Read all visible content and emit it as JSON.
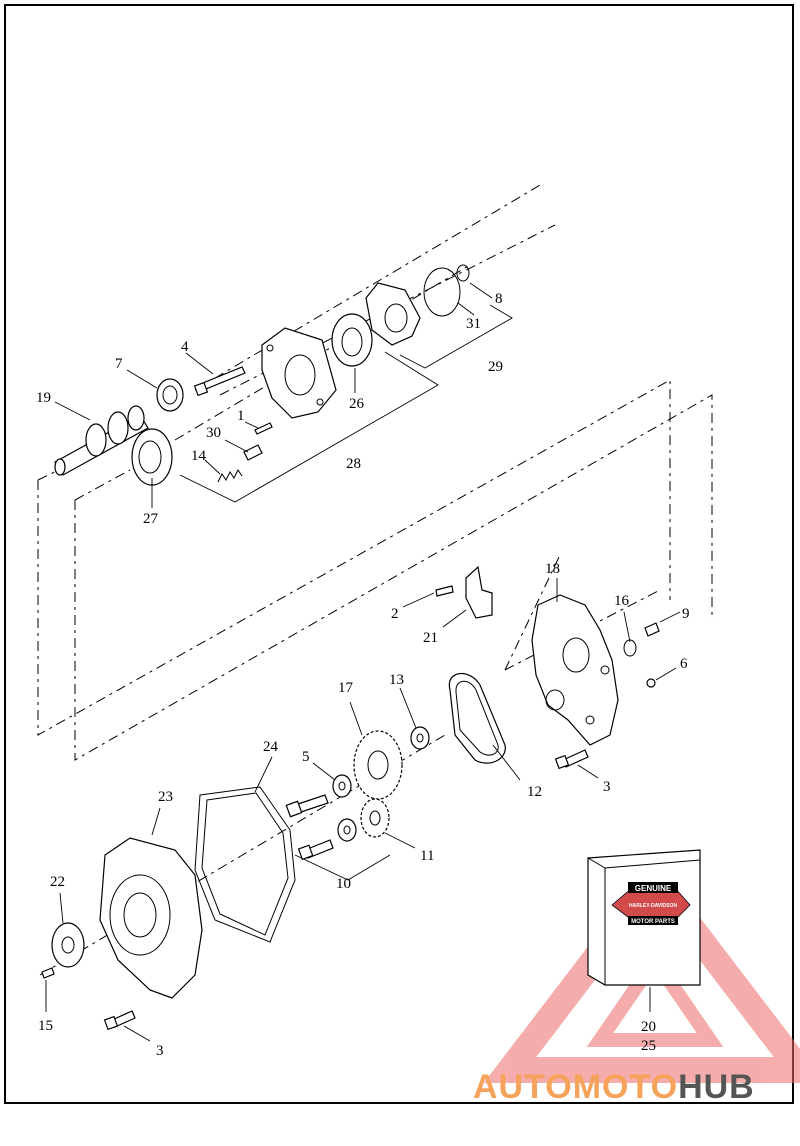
{
  "callouts": [
    {
      "id": "c1",
      "text": "1"
    },
    {
      "id": "c2",
      "text": "2"
    },
    {
      "id": "c3a",
      "text": "3"
    },
    {
      "id": "c3b",
      "text": "3"
    },
    {
      "id": "c4",
      "text": "4"
    },
    {
      "id": "c5",
      "text": "5"
    },
    {
      "id": "c6",
      "text": "6"
    },
    {
      "id": "c7",
      "text": "7"
    },
    {
      "id": "c8",
      "text": "8"
    },
    {
      "id": "c9",
      "text": "9"
    },
    {
      "id": "c10",
      "text": "10"
    },
    {
      "id": "c11",
      "text": "11"
    },
    {
      "id": "c12",
      "text": "12"
    },
    {
      "id": "c13",
      "text": "13"
    },
    {
      "id": "c14",
      "text": "14"
    },
    {
      "id": "c15",
      "text": "15"
    },
    {
      "id": "c16",
      "text": "16"
    },
    {
      "id": "c17",
      "text": "17"
    },
    {
      "id": "c18",
      "text": "18"
    },
    {
      "id": "c19",
      "text": "19"
    },
    {
      "id": "c20",
      "text": "20"
    },
    {
      "id": "c21",
      "text": "21"
    },
    {
      "id": "c22",
      "text": "22"
    },
    {
      "id": "c23",
      "text": "23"
    },
    {
      "id": "c24",
      "text": "24"
    },
    {
      "id": "c25",
      "text": "25"
    },
    {
      "id": "c26",
      "text": "26"
    },
    {
      "id": "c27",
      "text": "27"
    },
    {
      "id": "c28",
      "text": "28"
    },
    {
      "id": "c29",
      "text": "29"
    },
    {
      "id": "c30",
      "text": "30"
    },
    {
      "id": "c31",
      "text": "31"
    }
  ],
  "badge": {
    "top": "GENUINE",
    "middle": "HARLEY-DAVIDSON",
    "bottom": "MOTOR PARTS"
  },
  "watermark": {
    "part1": "AUTOMOTO",
    "part2": "HUB",
    "color1": "#f5a25a",
    "color2": "#555555",
    "triangle_color": "#ee6a6a"
  }
}
